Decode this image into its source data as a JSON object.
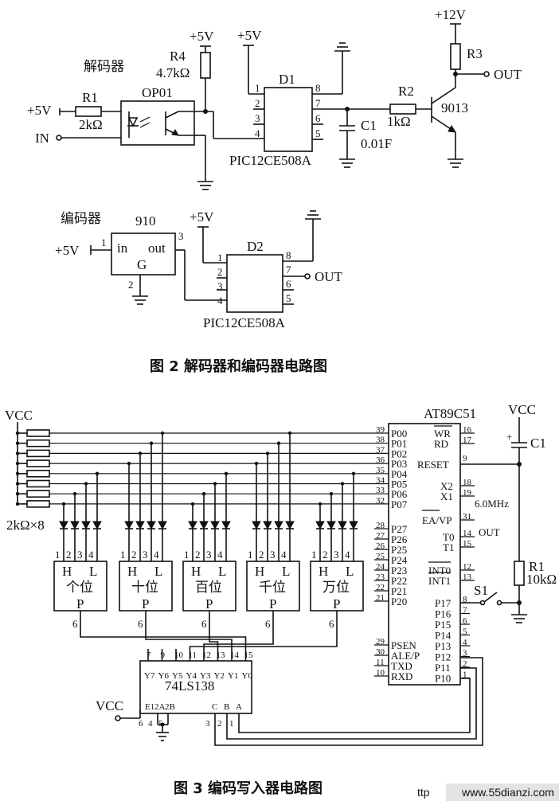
{
  "fig2": {
    "decoder_label": "解码器",
    "encoder_label": "编码器",
    "caption": "图 2   解码器和编码器电路图",
    "supply_5v": "+5V",
    "supply_12v": "+12V",
    "in_label": "IN",
    "out_label": "OUT",
    "r1_name": "R1",
    "r1_val": "2kΩ",
    "r2_name": "R2",
    "r2_val": "1kΩ",
    "r3_name": "R3",
    "r4_name": "R4",
    "r4_val": "4.7kΩ",
    "c1_name": "C1",
    "c1_val": "0.01F",
    "optocoupler": "OP01",
    "transistor": "9013",
    "d1_name": "D1",
    "d2_name": "D2",
    "mcu_part": "PIC12CE508A",
    "pic_pins_left": [
      "1",
      "2",
      "3",
      "4"
    ],
    "pic_pins_right": [
      "8",
      "7",
      "6",
      "5"
    ],
    "enc_chip": "910",
    "enc_in": "in",
    "enc_out": "out",
    "enc_g": "G",
    "enc_pins": [
      "1",
      "3",
      "2"
    ]
  },
  "fig3": {
    "caption": "图 3   编码写入器电路图",
    "vcc": "VCC",
    "res_array": "2kΩ×8",
    "mcu": "AT89C51",
    "p0_pins": [
      "P00",
      "P01",
      "P02",
      "P03",
      "P04",
      "P05",
      "P06",
      "P07"
    ],
    "p0_nums": [
      "39",
      "38",
      "37",
      "36",
      "35",
      "34",
      "33",
      "32"
    ],
    "p2_pins": [
      "P27",
      "P26",
      "P25",
      "P24",
      "P23",
      "P22",
      "P21",
      "P20"
    ],
    "p2_nums": [
      "28",
      "27",
      "26",
      "25",
      "24",
      "23",
      "22",
      "21"
    ],
    "left_lower_pins": [
      "PSEN",
      "ALE/P",
      "TXD",
      "RXD"
    ],
    "left_lower_nums": [
      "29",
      "30",
      "11",
      "10"
    ],
    "wr": "WR",
    "rd": "RD",
    "wr_num": "16",
    "rd_num": "17",
    "reset": "RESET",
    "reset_num": "9",
    "x2": "X2",
    "x1": "X1",
    "x2_num": "18",
    "x1_num": "19",
    "crystal": "6.0MHz",
    "eavp": "EA/VP",
    "eavp_num": "31",
    "t0": "T0",
    "t1": "T1",
    "t0_num": "14",
    "t1_num": "15",
    "int0": "INT0",
    "int1": "INT1",
    "int0_num": "12",
    "int1_num": "13",
    "p1_pins": [
      "P17",
      "P16",
      "P15",
      "P14",
      "P13",
      "P12",
      "P11",
      "P10"
    ],
    "p1_nums": [
      "8",
      "7",
      "6",
      "5",
      "4",
      "3",
      "2",
      "1"
    ],
    "out_label": "OUT",
    "c1_name": "C1",
    "r1_name": "R1",
    "r1_val": "10kΩ",
    "switch": "S1",
    "digits": [
      "个位",
      "十位",
      "百位",
      "千位",
      "万位"
    ],
    "sw_h": "H",
    "sw_l": "L",
    "sw_p": "P",
    "sw_pins": [
      "1",
      "2",
      "3",
      "4"
    ],
    "sw_common": "6",
    "decoder_chip": "74LS138",
    "dec_outputs": [
      "Y7",
      "Y6",
      "Y5",
      "Y4",
      "Y3",
      "Y2",
      "Y1",
      "Y0"
    ],
    "dec_out_nums": [
      "7",
      "9",
      "10",
      "11",
      "12",
      "13",
      "14",
      "15"
    ],
    "dec_inputs": [
      "E1",
      "2A",
      "2B",
      "C",
      "B",
      "A"
    ],
    "dec_in_nums": [
      "6",
      "4",
      "5",
      "3",
      "2",
      "1"
    ]
  },
  "watermark": {
    "text": "www.55dianzi.com",
    "stub": "ttp"
  }
}
